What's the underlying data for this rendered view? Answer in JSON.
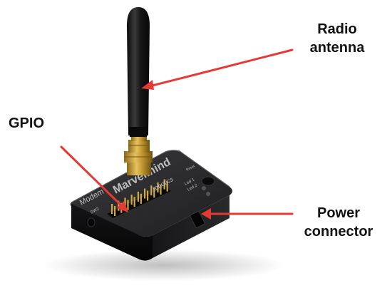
{
  "callouts": {
    "radio_line1": "Radio",
    "radio_line2": "antenna",
    "gpio": "GPIO",
    "power_line1": "Power",
    "power_line2": "connector"
  },
  "device_markings": {
    "brand": "Marvelmind",
    "brand_sub": "robotics",
    "model": "Modem",
    "led1": "Led 1",
    "led2": "Led 2",
    "sw": "SW2",
    "reset": "Reset"
  },
  "colors": {
    "arrow": "#e53935",
    "device_body": "#1c1c1e",
    "antenna": "#141414",
    "connector_gold": "#c9a23a",
    "label_text": "#111111"
  }
}
